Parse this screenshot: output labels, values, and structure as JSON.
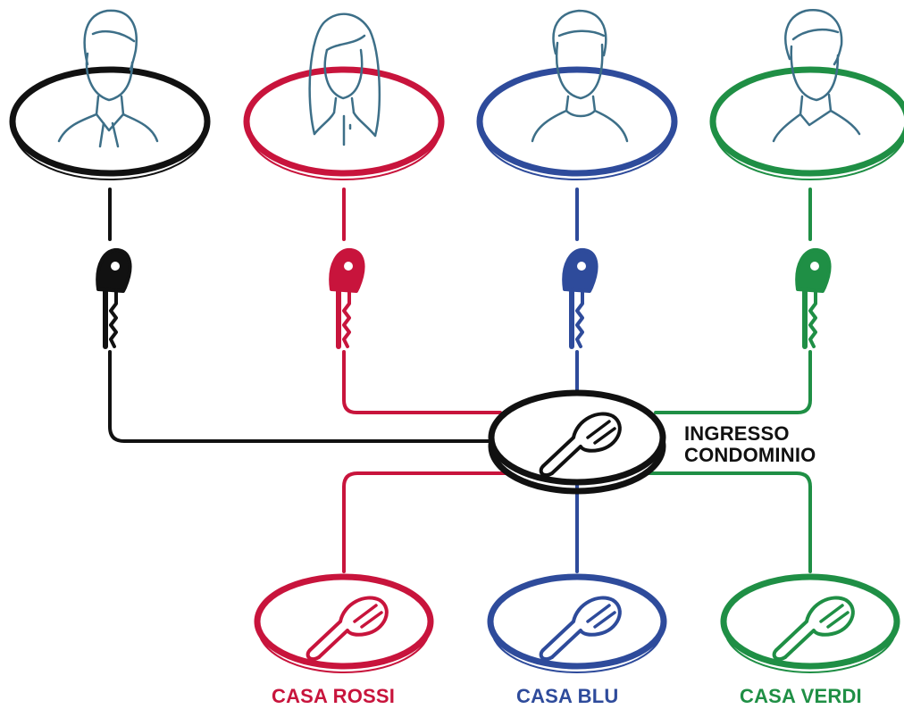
{
  "colors": {
    "black": "#111111",
    "red": "#c8143c",
    "blue": "#2e4b9b",
    "green": "#1f8f45",
    "person_outline": "#3d6f88"
  },
  "people": [
    {
      "id": "man-with-scarf",
      "color": "black",
      "icon": "man-with-scarf-icon"
    },
    {
      "id": "woman-long-hair",
      "color": "red",
      "icon": "woman-long-hair-icon"
    },
    {
      "id": "man-short-hair",
      "color": "blue",
      "icon": "man-short-hair-icon"
    },
    {
      "id": "man-wavy-hair",
      "color": "green",
      "icon": "man-wavy-hair-icon"
    }
  ],
  "main_entrance": {
    "label_line1": "INGRESSO",
    "label_line2": "CONDOMINIO",
    "color": "black",
    "icon": "cylinder-lock-icon"
  },
  "apartments": [
    {
      "label": "CASA ROSSI",
      "color": "red",
      "icon": "cylinder-lock-icon"
    },
    {
      "label": "CASA BLU",
      "color": "blue",
      "icon": "cylinder-lock-icon"
    },
    {
      "label": "CASA VERDI",
      "color": "green",
      "icon": "cylinder-lock-icon"
    }
  ]
}
